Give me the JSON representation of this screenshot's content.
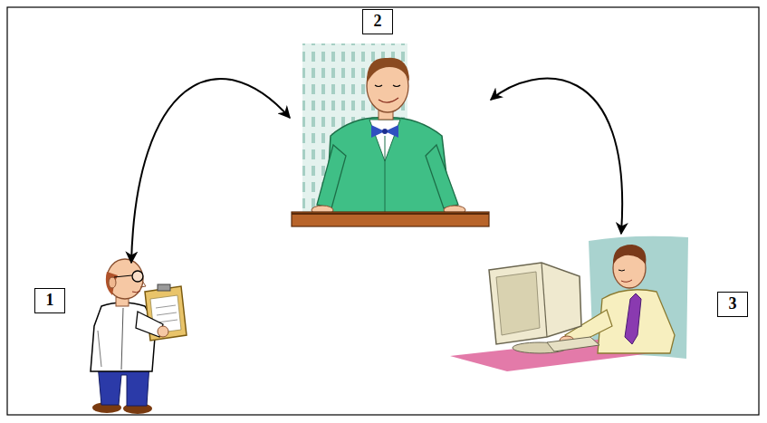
{
  "diagram": {
    "nodes": [
      {
        "text": [
          "1"
        ]
      },
      {
        "text": [
          "2"
        ]
      },
      {
        "text": [
          "3"
        ]
      }
    ],
    "edges": [
      {
        "from": 0,
        "to": 1,
        "arrow": "both"
      },
      {
        "from": 1,
        "to": 2,
        "arrow": "both"
      }
    ]
  }
}
